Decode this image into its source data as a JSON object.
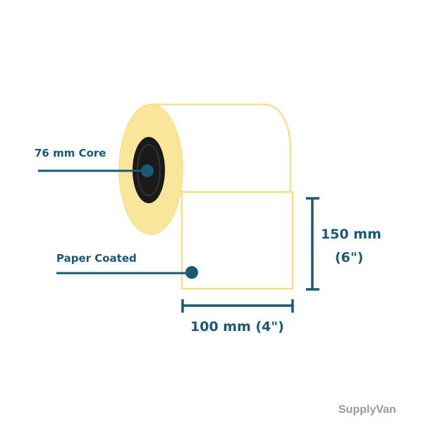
{
  "labels": {
    "core": "76 mm Core",
    "material": "Paper Coated",
    "width": "100 mm (4\")",
    "height_line1": "150 mm",
    "height_line2": "(6\")"
  },
  "brand": "SupplyVan",
  "colors": {
    "roll_fill": "#f9e69a",
    "roll_edge": "#f6df8a",
    "label_outline": "#f4e08e",
    "core": "#1a1a1a",
    "accent": "#1b5a74",
    "brand_text": "#9a9a9a"
  }
}
